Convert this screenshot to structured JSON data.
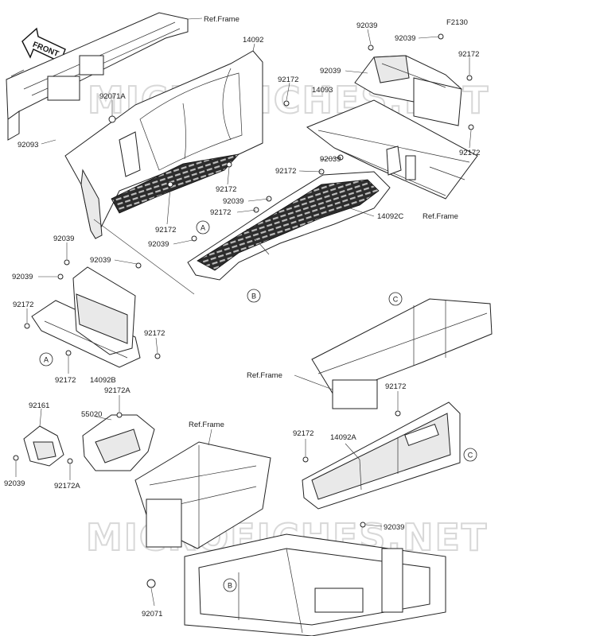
{
  "watermark": "MICROFICHES.NET",
  "front_arrow": {
    "text": "FRONT"
  },
  "diagram_code": "F2130",
  "ref_frame": "Ref.Frame",
  "callouts": [
    {
      "id": "ref1",
      "text": "Ref.Frame"
    },
    {
      "id": "p14092",
      "text": "14092"
    },
    {
      "id": "p92071a",
      "text": "92071A"
    },
    {
      "id": "p92172a",
      "text": "92172"
    },
    {
      "id": "p92093",
      "text": "92093"
    },
    {
      "id": "p92172b",
      "text": "92172"
    },
    {
      "id": "p92172c",
      "text": "92172"
    },
    {
      "id": "p92039a",
      "text": "92039"
    },
    {
      "id": "p92039b",
      "text": "92039"
    },
    {
      "id": "p92172d",
      "text": "92172"
    },
    {
      "id": "p92039c",
      "text": "92039"
    },
    {
      "id": "p92039d",
      "text": "92039"
    },
    {
      "id": "p14093",
      "text": "14093"
    },
    {
      "id": "p92172e",
      "text": "92172"
    },
    {
      "id": "p92172f",
      "text": "92172"
    },
    {
      "id": "p92039e",
      "text": "92039"
    },
    {
      "id": "p92172g",
      "text": "92172"
    },
    {
      "id": "p14092c",
      "text": "14092C"
    },
    {
      "id": "ref2",
      "text": "Ref.Frame"
    },
    {
      "id": "p92039f",
      "text": "92039"
    },
    {
      "id": "p92039g",
      "text": "92039"
    },
    {
      "id": "p92039h",
      "text": "92039"
    },
    {
      "id": "p92039i",
      "text": "92039"
    },
    {
      "id": "p92172h",
      "text": "92172"
    },
    {
      "id": "p92172i",
      "text": "92172"
    },
    {
      "id": "p92172j",
      "text": "92172"
    },
    {
      "id": "p14092b",
      "text": "14092B"
    },
    {
      "id": "p92172a2",
      "text": "92172A"
    },
    {
      "id": "p92161",
      "text": "92161"
    },
    {
      "id": "p55020",
      "text": "55020"
    },
    {
      "id": "p92039j",
      "text": "92039"
    },
    {
      "id": "p92172a3",
      "text": "92172A"
    },
    {
      "id": "ref3",
      "text": "Ref.Frame"
    },
    {
      "id": "ref4",
      "text": "Ref.Frame"
    },
    {
      "id": "p92172k",
      "text": "92172"
    },
    {
      "id": "p92172l",
      "text": "92172"
    },
    {
      "id": "p14092a",
      "text": "14092A"
    },
    {
      "id": "p92039k",
      "text": "92039"
    },
    {
      "id": "p92071",
      "text": "92071"
    }
  ],
  "ref_markers": [
    {
      "id": "A1",
      "text": "A"
    },
    {
      "id": "A2",
      "text": "A"
    },
    {
      "id": "B1",
      "text": "B"
    },
    {
      "id": "B2",
      "text": "B"
    },
    {
      "id": "C1",
      "text": "C"
    },
    {
      "id": "C2",
      "text": "C"
    }
  ]
}
